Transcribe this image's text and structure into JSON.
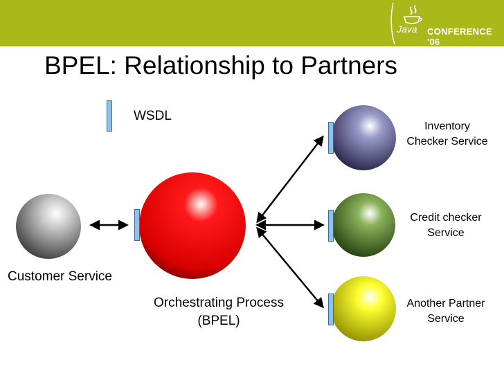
{
  "header": {
    "logo_text": "Java",
    "conference_label": "CONFERENCE '06"
  },
  "slide": {
    "title": "BPEL: Relationship to Partners"
  },
  "legend": {
    "wsdl_label": "WSDL"
  },
  "nodes": {
    "customer": {
      "label": "Customer Service",
      "color": "#9a9a9a"
    },
    "process": {
      "label_line1": "Orchestrating Process",
      "label_line2": "(BPEL)",
      "color": "#ff0000"
    },
    "inventory": {
      "label_line1": "Inventory",
      "label_line2": "Checker Service",
      "color": "#5c5c9a"
    },
    "credit": {
      "label_line1": "Credit checker",
      "label_line2": "Service",
      "color": "#5a8a30"
    },
    "another": {
      "label_line1": "Another Partner",
      "label_line2": "Service",
      "color": "#e8e800"
    }
  },
  "colors": {
    "header_bar": "#a9b91a",
    "wsdl_interface": "#8ec1ea"
  }
}
